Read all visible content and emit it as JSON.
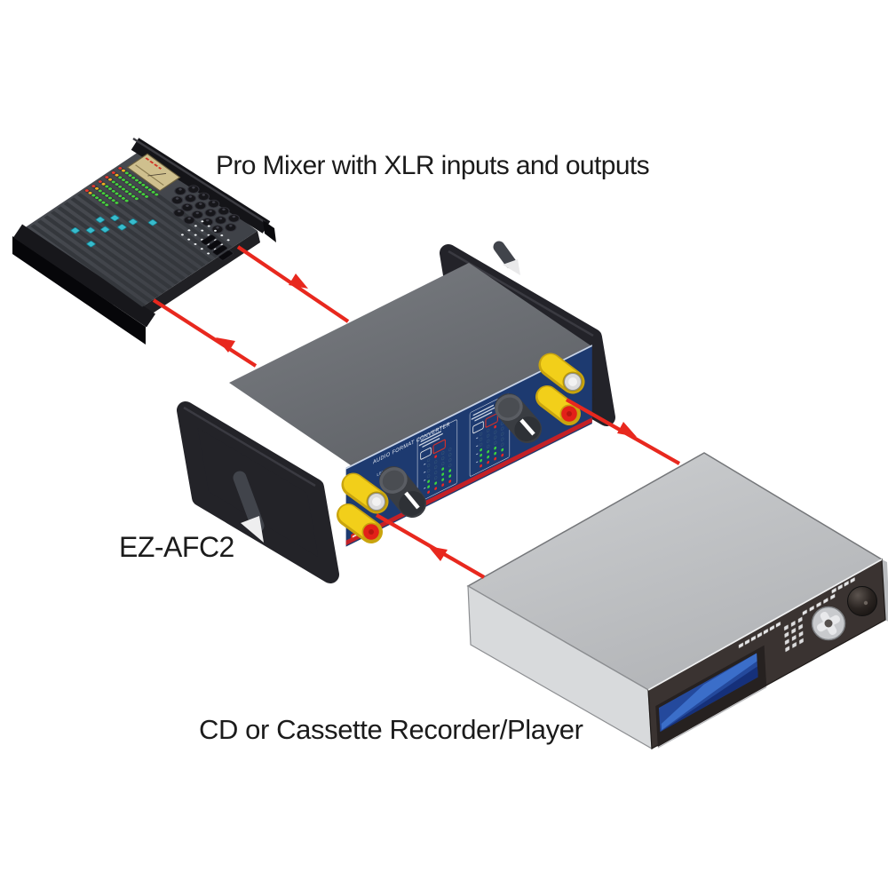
{
  "labels": {
    "mixer": "Pro Mixer with XLR inputs and outputs",
    "converter_model": "EZ-AFC2",
    "recorder": "CD or Cassette Recorder/Player"
  },
  "converter_panel": {
    "title": "AUDIO FORMAT CONVERTER",
    "level_label": "LEVEL"
  },
  "colors": {
    "arrow_red": "#e8281e",
    "panel_blue": "#1d3a70",
    "connector_yellow": "#f2cf1a",
    "rca_red": "#e32019",
    "led_green": "#3bd63e",
    "led_red": "#ee2621",
    "fader_cyan": "#38bccd"
  },
  "connections": [
    {
      "from": "pro-mixer",
      "to": "ez-afc2"
    },
    {
      "from": "ez-afc2",
      "to": "pro-mixer"
    },
    {
      "from": "ez-afc2",
      "to": "cd-cassette-recorder"
    },
    {
      "from": "cd-cassette-recorder",
      "to": "ez-afc2"
    }
  ]
}
